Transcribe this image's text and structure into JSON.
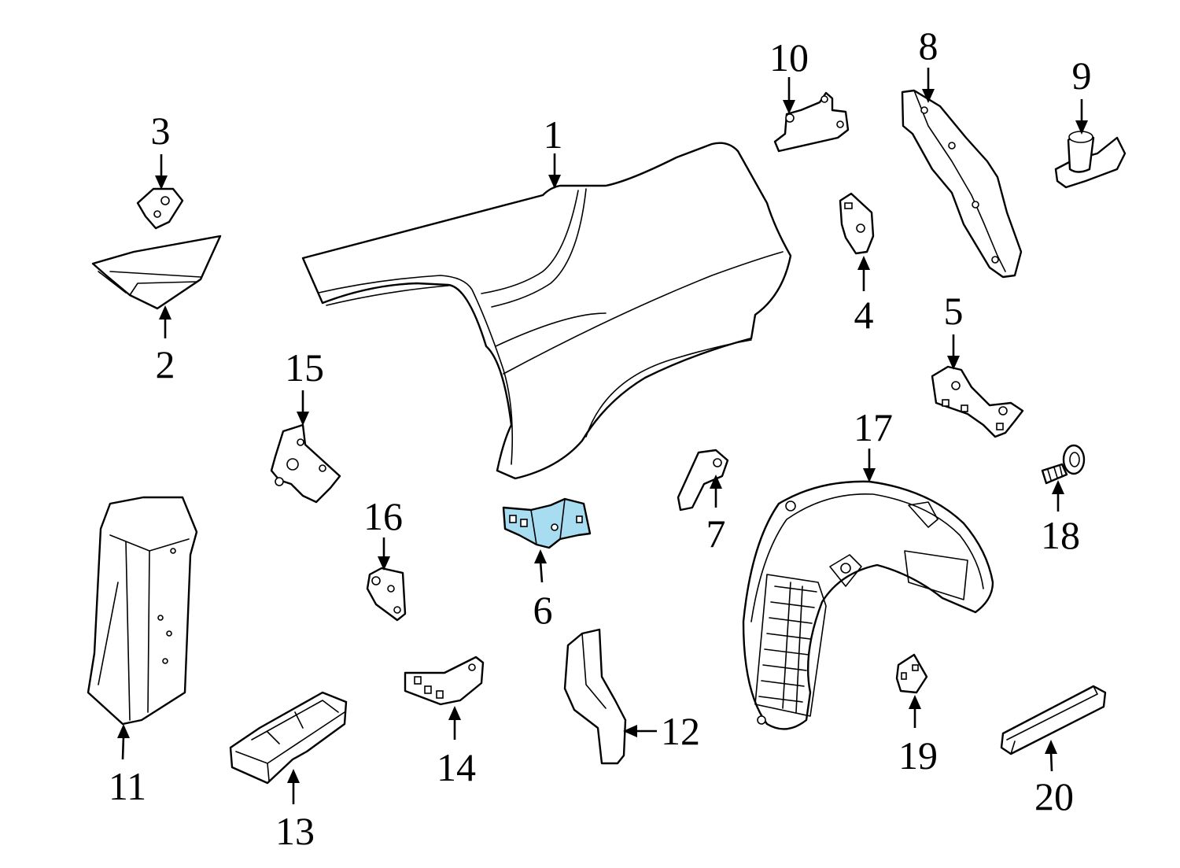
{
  "colors": {
    "background": "#ffffff",
    "line": "#000000",
    "highlight": "#a7dcf1"
  },
  "highlighted_part": "6",
  "callouts": [
    {
      "id": "c1",
      "label": "1"
    },
    {
      "id": "c2",
      "label": "2"
    },
    {
      "id": "c3",
      "label": "3"
    },
    {
      "id": "c4",
      "label": "4"
    },
    {
      "id": "c5",
      "label": "5"
    },
    {
      "id": "c6",
      "label": "6"
    },
    {
      "id": "c7",
      "label": "7"
    },
    {
      "id": "c8",
      "label": "8"
    },
    {
      "id": "c9",
      "label": "9"
    },
    {
      "id": "c10",
      "label": "10"
    },
    {
      "id": "c11",
      "label": "11"
    },
    {
      "id": "c12",
      "label": "12"
    },
    {
      "id": "c13",
      "label": "13"
    },
    {
      "id": "c14",
      "label": "14"
    },
    {
      "id": "c15",
      "label": "15"
    },
    {
      "id": "c16",
      "label": "16"
    },
    {
      "id": "c17",
      "label": "17"
    },
    {
      "id": "c18",
      "label": "18"
    },
    {
      "id": "c19",
      "label": "19"
    },
    {
      "id": "c20",
      "label": "20"
    }
  ]
}
